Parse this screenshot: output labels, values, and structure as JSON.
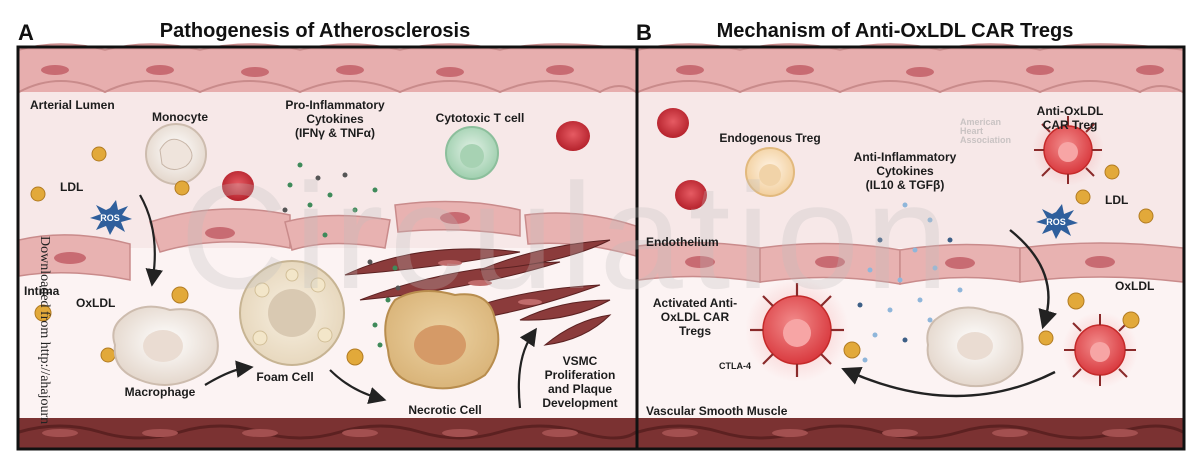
{
  "panel_a": {
    "letter": "A",
    "title": "Pathogenesis of Atherosclerosis",
    "labels": {
      "arterial_lumen": "Arterial Lumen",
      "monocyte": "Monocyte",
      "cytokines": [
        "Pro-Inflammatory",
        "Cytokines",
        "(IFNγ & TNFα)"
      ],
      "cytotoxic_t_cell": "Cytotoxic T cell",
      "ldl": "LDL",
      "ros": "ROS",
      "intima": "Intima",
      "oxldl": "OxLDL",
      "macrophage": "Macrophage",
      "foam_cell": "Foam Cell",
      "necrotic_cell": "Necrotic Cell",
      "vsmc": [
        "VSMC",
        "Proliferation",
        "and Plaque",
        "Development"
      ]
    }
  },
  "panel_b": {
    "letter": "B",
    "title": "Mechanism of Anti-OxLDL CAR Tregs",
    "labels": {
      "endogenous_treg": "Endogenous Treg",
      "car_treg": [
        "Anti-OxLDL",
        "CAR Treg"
      ],
      "cytokines": [
        "Anti-Inflammatory",
        "Cytokines",
        "(IL10 & TGFβ)"
      ],
      "ldl": "LDL",
      "ros": "ROS",
      "endothelium": "Endothelium",
      "oxldl": "OxLDL",
      "activated": [
        "Activated Anti-",
        "OxLDL CAR",
        "Tregs"
      ],
      "ctla4": "CTLA-4",
      "vascular_smooth_muscle": "Vascular Smooth Muscle"
    }
  },
  "watermark": "Circulation",
  "side_text": "Downloaded from http://ahajourn",
  "aha_logo_text": [
    "American",
    "Heart",
    "Association"
  ],
  "colors": {
    "border": "#111111",
    "endothelium": "#e7aeae",
    "endothelium_nucleus": "#c86b72",
    "lumen": "#f7e8e8",
    "intima": "#fbf1f1",
    "muscle": "#7b3232",
    "rbc": "#c9333d",
    "ldl": "#e2a93a",
    "ros": "#2f5f9c",
    "car_treg": "#e43a3a",
    "green_cytokine": "#3f8a5a",
    "blue_cytokine": "#8fb6da"
  }
}
